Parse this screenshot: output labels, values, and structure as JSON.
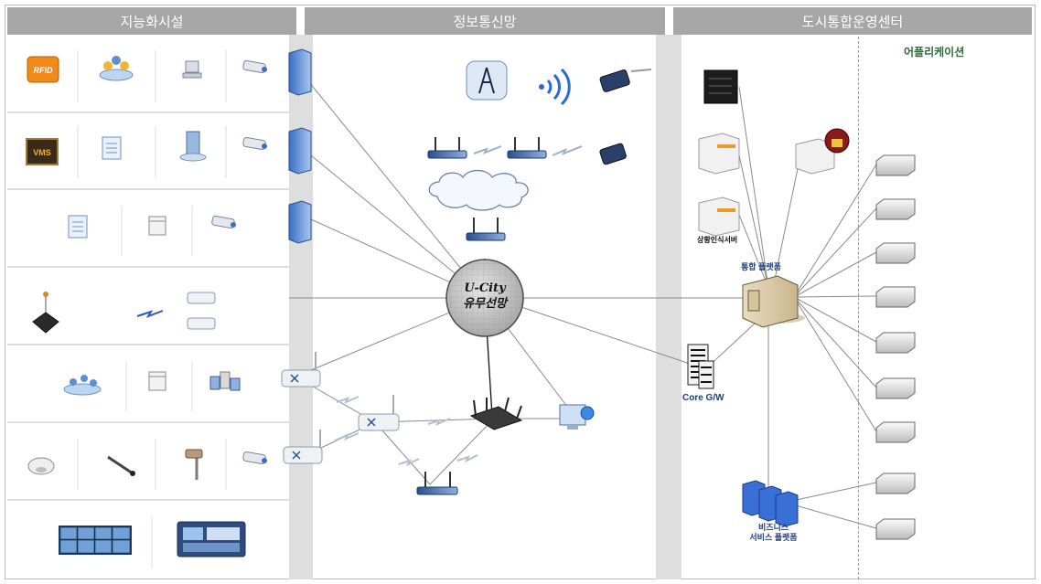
{
  "sections": {
    "facilities": "지능화시설",
    "network": "정보통신망",
    "operations": "도시통합운영센터"
  },
  "hub": {
    "line1": "U-City",
    "line2": "유무선망"
  },
  "labels": {
    "applications": "어플리케이션",
    "integrated_platform": "통합 플랫폼",
    "recognition_server": "상황인식서버",
    "core_gw": "Core G/W",
    "business_platform_line1": "비즈니스",
    "business_platform_line2": "서비스 플랫폼"
  },
  "device_badges": {
    "rfid": "RFID",
    "vms": "VMS"
  },
  "colors": {
    "header": "#a6a6a6",
    "divider_band": "#dedede",
    "hub_fill": "#c8c8c8",
    "link": "#8a8a8a"
  }
}
